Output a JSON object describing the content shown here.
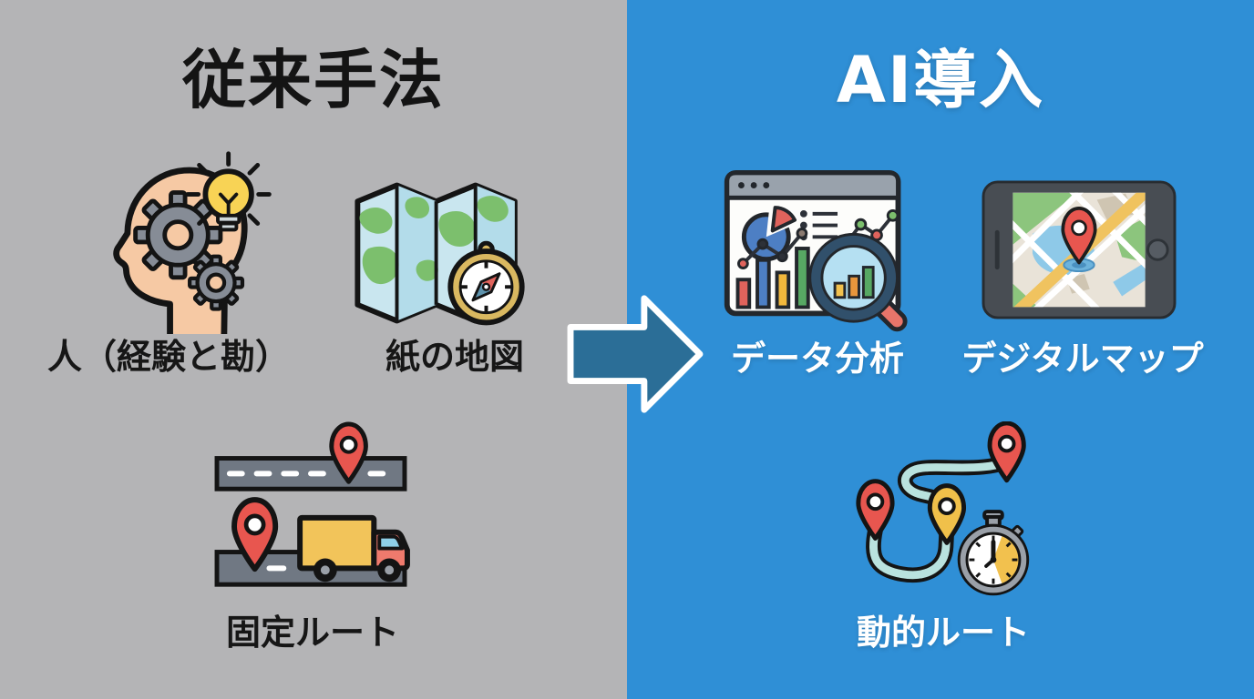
{
  "left_panel": {
    "title": "従来手法",
    "bg_color": "#b4b4b6",
    "text_color": "#161616",
    "items": [
      {
        "label": "人（経験と勘）",
        "icon": "head-gears-lightbulb-icon"
      },
      {
        "label": "紙の地図",
        "icon": "paper-map-compass-icon"
      },
      {
        "label": "固定ルート",
        "icon": "fixed-route-road-truck-icon"
      }
    ]
  },
  "right_panel": {
    "title": "AI導入",
    "bg_color": "#2f8fd6",
    "text_color": "#ffffff",
    "items": [
      {
        "label": "データ分析",
        "icon": "data-analysis-dashboard-magnifier-icon"
      },
      {
        "label": "デジタルマップ",
        "icon": "digital-map-tablet-icon"
      },
      {
        "label": "動的ルート",
        "icon": "dynamic-route-stopwatch-icon"
      }
    ]
  },
  "arrow": {
    "icon": "right-arrow-icon",
    "fill_color": "#2b6e97",
    "outline_color": "#ffffff"
  },
  "palette": {
    "skin": "#f6c9a4",
    "gear_gray": "#8b919b",
    "bulb_yellow": "#f8d355",
    "map_blue": "#c9e6ef",
    "land_green": "#7cbf6d",
    "compass_gold": "#d9b860",
    "road_gray": "#707883",
    "pin_red": "#e8564f",
    "pin_yellow": "#f0c04a",
    "truck_yellow": "#f2c45a",
    "truck_red": "#ee7a6d",
    "chart_blue": "#4d7fc4",
    "chart_red": "#e0635c",
    "chart_yellow": "#f2b83c",
    "chart_green": "#57a863",
    "lens_blue": "#b5e0f2",
    "route_teal": "#b9e2de"
  }
}
